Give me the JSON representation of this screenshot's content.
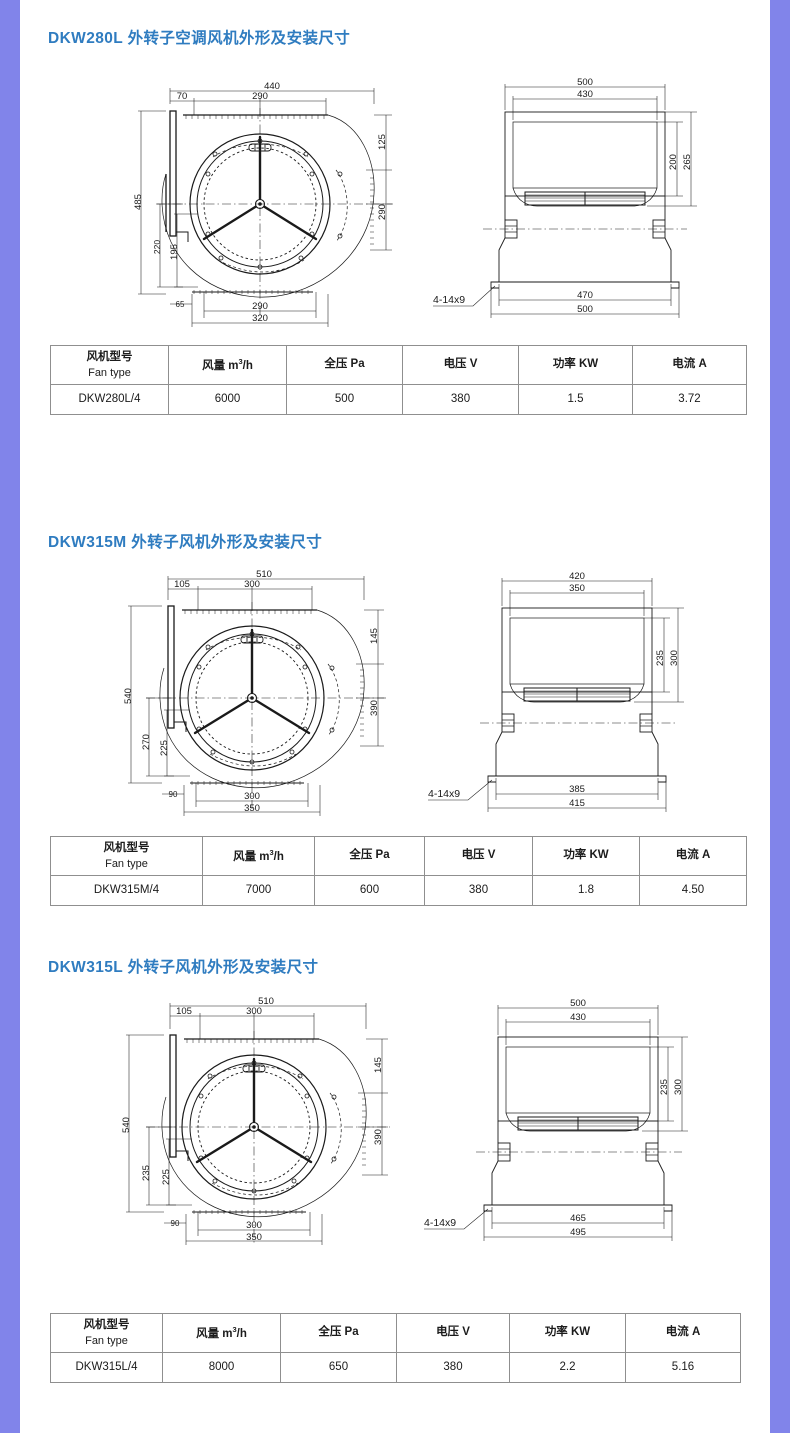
{
  "theme": {
    "title_color": "#2f7cc0",
    "edge_color": "#8184ea",
    "line_color": "#1a1a1a"
  },
  "table_headers": {
    "model_cn": "风机型号",
    "model_en": "Fan type",
    "airflow": "风量 m",
    "airflow_sup": "3",
    "airflow_tail": "/h",
    "pressure": "全压 Pa",
    "voltage": "电压 V",
    "power": "功率 KW",
    "current": "电流 A"
  },
  "sections": [
    {
      "id": "dkw280l",
      "title": "DKW280L 外转子空调风机外形及安装尺寸",
      "front_view": {
        "top_overall": "440",
        "top_inner_left": "70",
        "top_inner": "290",
        "left_overall": "485",
        "left_mid": "220",
        "left_inner": "195",
        "right_top": "125",
        "right_mid": "290",
        "bottom_inner": "290",
        "bottom_overall": "320",
        "bottom_offset": "65"
      },
      "side_view": {
        "top_overall": "500",
        "top_inner": "430",
        "right_inner": "200",
        "right_outer": "265",
        "bolt_note": "4-14x9",
        "bottom_inner": "470",
        "bottom_overall": "500"
      },
      "spec": {
        "model": "DKW280L/4",
        "airflow": "6000",
        "pressure": "500",
        "voltage": "380",
        "power": "1.5",
        "current": "3.72"
      }
    },
    {
      "id": "dkw315m",
      "title": "DKW315M 外转子风机外形及安装尺寸",
      "front_view": {
        "top_overall": "510",
        "top_inner_left": "105",
        "top_inner": "300",
        "left_overall": "540",
        "left_mid": "270",
        "left_inner": "225",
        "right_top": "145",
        "right_mid": "390",
        "bottom_inner": "300",
        "bottom_overall": "350",
        "bottom_offset": "90"
      },
      "side_view": {
        "top_overall": "420",
        "top_inner": "350",
        "right_inner": "235",
        "right_outer": "300",
        "bolt_note": "4-14x9",
        "bottom_inner": "385",
        "bottom_overall": "415"
      },
      "spec": {
        "model": "DKW315M/4",
        "airflow": "7000",
        "pressure": "600",
        "voltage": "380",
        "power": "1.8",
        "current": "4.50"
      }
    },
    {
      "id": "dkw315l",
      "title": "DKW315L 外转子风机外形及安装尺寸",
      "front_view": {
        "top_overall": "510",
        "top_inner_left": "105",
        "top_inner": "300",
        "left_overall": "540",
        "left_mid": "235",
        "left_inner": "225",
        "right_top": "145",
        "right_mid": "390",
        "bottom_inner": "300",
        "bottom_overall": "350",
        "bottom_offset": "90"
      },
      "side_view": {
        "top_overall": "500",
        "top_inner": "430",
        "right_inner": "235",
        "right_outer": "300",
        "bolt_note": "4-14x9",
        "bottom_inner": "465",
        "bottom_overall": "495"
      },
      "spec": {
        "model": "DKW315L/4",
        "airflow": "8000",
        "pressure": "650",
        "voltage": "380",
        "power": "2.2",
        "current": "5.16"
      }
    }
  ]
}
